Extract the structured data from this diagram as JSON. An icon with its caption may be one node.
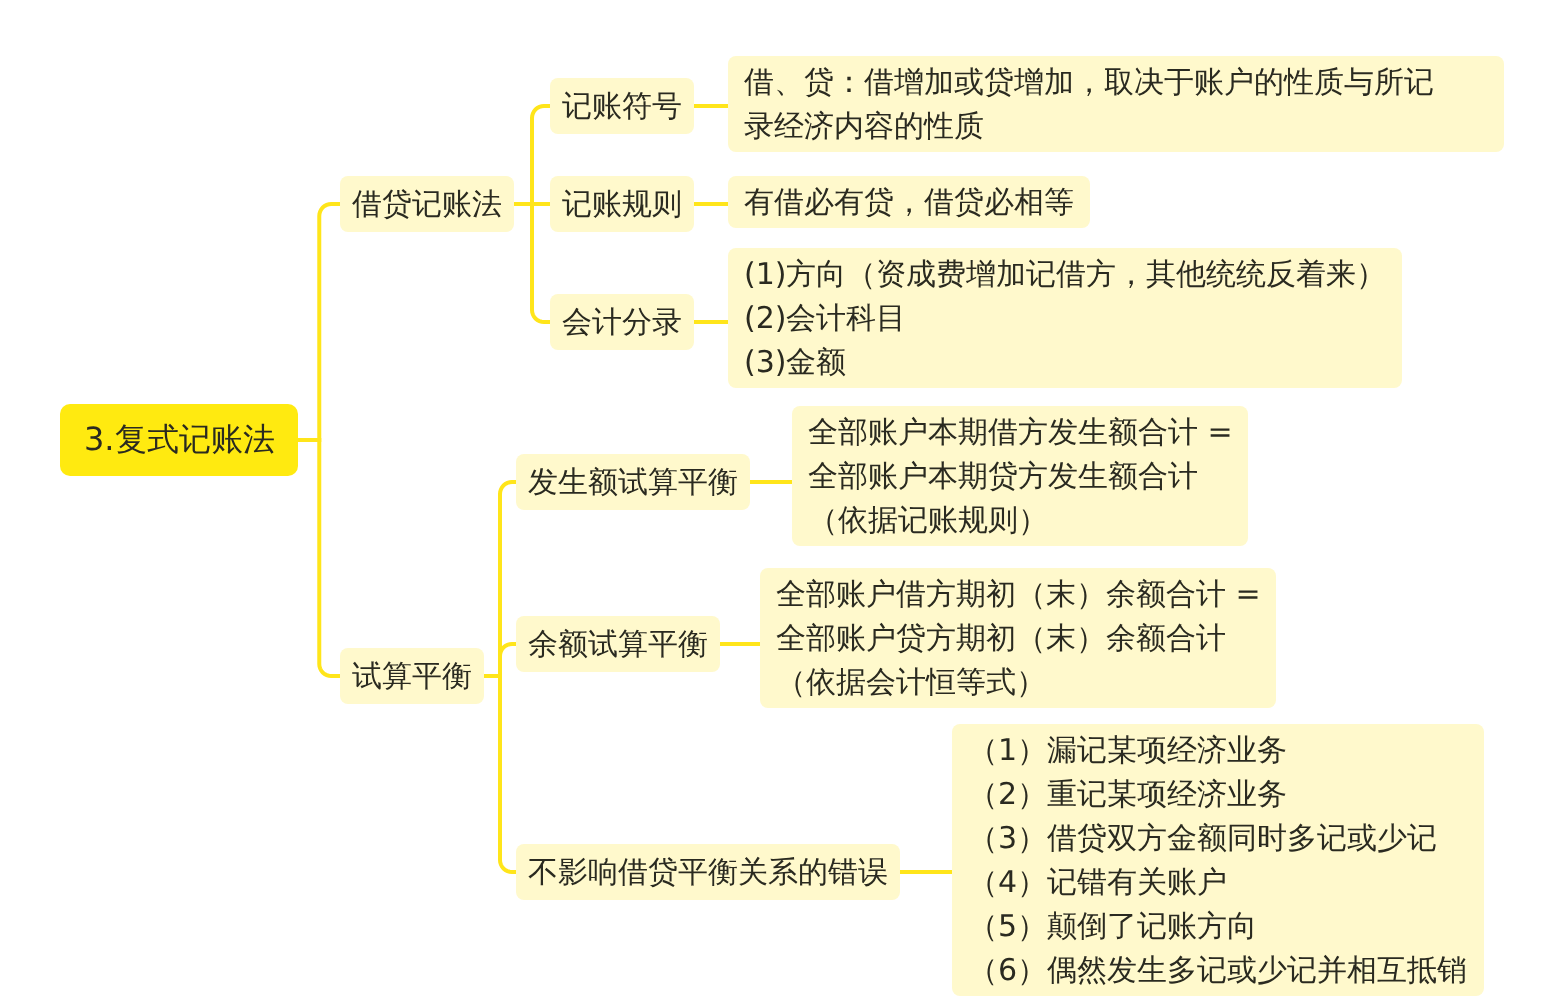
{
  "diagram": {
    "nodes": [
      {
        "text": [
          "3.复式记账法"
        ]
      },
      {
        "text": [
          "借贷记账法"
        ]
      },
      {
        "text": [
          "记账符号"
        ]
      },
      {
        "text": [
          "借、贷：借增加或贷增加，取决于账户的性质与所记录经济内容的性质"
        ]
      },
      {
        "text": [
          "记账规则"
        ]
      },
      {
        "text": [
          "有借必有贷，借贷必相等"
        ]
      },
      {
        "text": [
          "会计分录"
        ]
      },
      {
        "text": [
          "(1)方向（资成费增加记借方，其他统统反着来）",
          "(2)会计科目",
          "(3)金额"
        ]
      },
      {
        "text": [
          "试算平衡"
        ]
      },
      {
        "text": [
          "发生额试算平衡"
        ]
      },
      {
        "text": [
          "全部账户本期借方发生额合计 =",
          "全部账户本期贷方发生额合计",
          "（依据记账规则）"
        ]
      },
      {
        "text": [
          "余额试算平衡"
        ]
      },
      {
        "text": [
          "全部账户借方期初（末）余额合计 =",
          "全部账户贷方期初（末）余额合计",
          "（依据会计恒等式）"
        ]
      },
      {
        "text": [
          "不影响借贷平衡关系的错误"
        ]
      },
      {
        "text": [
          "（1）漏记某项经济业务",
          "（2）重记某项经济业务",
          "（3）借贷双方金额同时多记或少记",
          "（4）记错有关账户",
          "（5）颠倒了记账方向",
          "（6）偶然发生多记或少记并相互抵销"
        ]
      }
    ],
    "edges": [
      {
        "from": 0,
        "to": 1,
        "arrow": "none"
      },
      {
        "from": 1,
        "to": 2,
        "arrow": "none"
      },
      {
        "from": 2,
        "to": 3,
        "arrow": "none"
      },
      {
        "from": 1,
        "to": 4,
        "arrow": "none"
      },
      {
        "from": 4,
        "to": 5,
        "arrow": "none"
      },
      {
        "from": 1,
        "to": 6,
        "arrow": "none"
      },
      {
        "from": 6,
        "to": 7,
        "arrow": "none"
      },
      {
        "from": 0,
        "to": 8,
        "arrow": "none"
      },
      {
        "from": 8,
        "to": 9,
        "arrow": "none"
      },
      {
        "from": 9,
        "to": 10,
        "arrow": "none"
      },
      {
        "from": 8,
        "to": 11,
        "arrow": "none"
      },
      {
        "from": 11,
        "to": 12,
        "arrow": "none"
      },
      {
        "from": 8,
        "to": 13,
        "arrow": "none"
      },
      {
        "from": 13,
        "to": 14,
        "arrow": "none"
      }
    ]
  }
}
